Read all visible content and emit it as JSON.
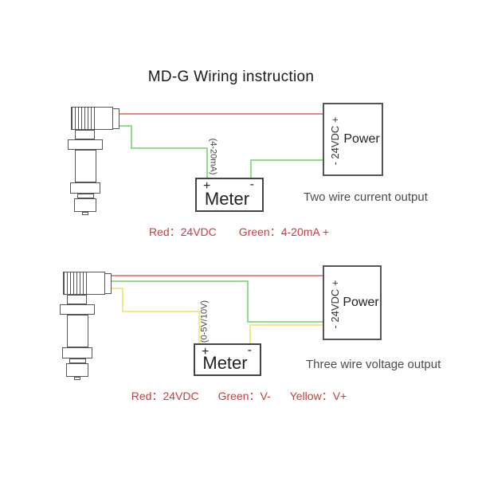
{
  "title": "MD-G Wiring instruction",
  "colors": {
    "red_wire": "#e38a8a",
    "green_wire": "#90dc8c",
    "yellow_wire": "#f2e88f",
    "legend_text": "#cc3a3a",
    "diagram_line": "#555555",
    "label_text": "#4a4a4a"
  },
  "diagram_top": {
    "signal_label": "(4-20mA)",
    "power_box": {
      "title": "Power",
      "terminal_label": "- 24VDC +"
    },
    "meter_box": {
      "title": "Meter",
      "plus": "+",
      "minus": "-"
    },
    "output_label": "Two wire current output",
    "legend": [
      "Red：24VDC",
      "Green：4-20mA +"
    ]
  },
  "diagram_bottom": {
    "signal_label": "(0-5V/10V)",
    "power_box": {
      "title": "Power",
      "terminal_label": "- 24VDC +"
    },
    "meter_box": {
      "title": "Meter",
      "plus": "+",
      "minus": "-"
    },
    "output_label": "Three wire voltage output",
    "legend": [
      "Red：24VDC",
      "Green：V-",
      "Yellow：V+"
    ]
  }
}
